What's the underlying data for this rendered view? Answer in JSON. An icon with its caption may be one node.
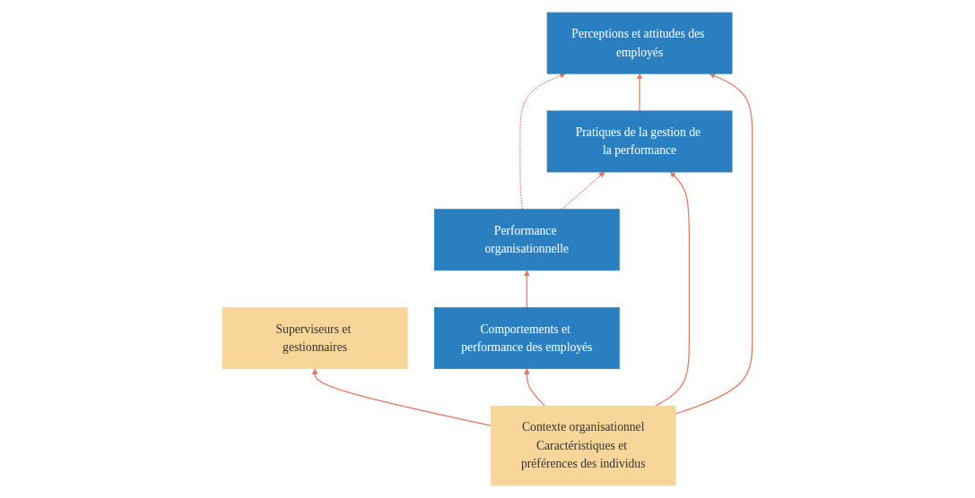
{
  "diagram": {
    "nodes": [
      {
        "text": [
          "Performance organisationnelle"
        ]
      },
      {
        "text": [
          "Pratiques de la gestion de la performance"
        ]
      },
      {
        "text": [
          "Superviseurs et gestionnaires"
        ]
      },
      {
        "text": [
          "Perceptions et attitudes des employés"
        ]
      },
      {
        "text": [
          "Comportements et performance des employés"
        ]
      },
      {
        "text": [
          "Contexte organisationnel",
          "Caractéristiques et préférences des individus"
        ]
      }
    ],
    "edges": [
      {
        "from": 0,
        "to": 1,
        "arrow": "to",
        "style": "dashed"
      },
      {
        "from": 0,
        "to": 3,
        "arrow": "to",
        "style": "dashed"
      },
      {
        "from": 1,
        "to": 3,
        "arrow": "to"
      },
      {
        "from": 4,
        "to": 0,
        "arrow": "to"
      },
      {
        "from": 5,
        "to": 1,
        "arrow": "to"
      },
      {
        "from": 5,
        "to": 2,
        "arrow": "to"
      },
      {
        "from": 5,
        "to": 3,
        "arrow": "to"
      },
      {
        "from": 5,
        "to": 4,
        "arrow": "to"
      }
    ]
  }
}
